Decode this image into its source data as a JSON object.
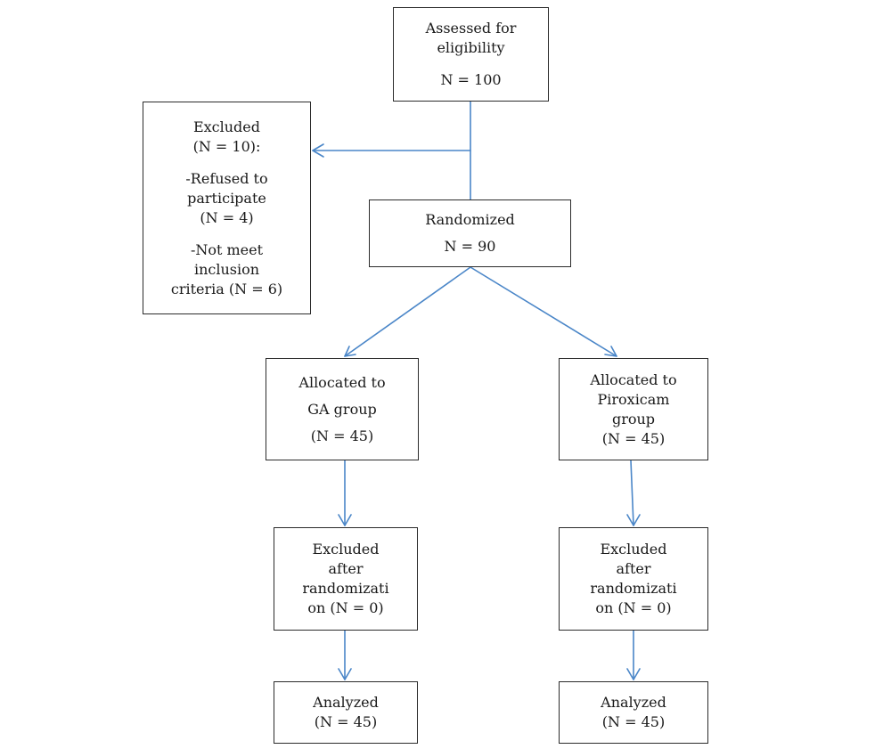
{
  "assessed": {
    "line1": "Assessed for",
    "line2": "eligibility",
    "count": "N = 100"
  },
  "excluded": {
    "title": "Excluded",
    "count": "(N = 10):",
    "reason1_line1": "-Refused to",
    "reason1_line2": "participate",
    "reason1_count": "(N = 4)",
    "reason2_line1": "-Not meet",
    "reason2_line2": "inclusion",
    "reason2_line3": "criteria (N = 6)"
  },
  "randomized": {
    "title": "Randomized",
    "count": "N = 90"
  },
  "allocated_ga": {
    "line1": "Allocated to",
    "line2": "GA group",
    "count": "(N = 45)"
  },
  "allocated_piroxicam": {
    "line1": "Allocated to",
    "line2": "Piroxicam",
    "line3": "group",
    "count": "(N = 45)"
  },
  "excluded_after_ga": {
    "line1": "Excluded",
    "line2": "after",
    "line3": "randomizati",
    "line4": "on (N = 0)"
  },
  "excluded_after_piroxicam": {
    "line1": "Excluded",
    "line2": "after",
    "line3": "randomizati",
    "line4": "on (N = 0)"
  },
  "analyzed_ga": {
    "title": "Analyzed",
    "count": "(N = 45)"
  },
  "analyzed_piroxicam": {
    "title": "Analyzed",
    "count": "(N = 45)"
  },
  "colors": {
    "connector": "#4a86c8",
    "box_border": "#2b2b2b"
  }
}
